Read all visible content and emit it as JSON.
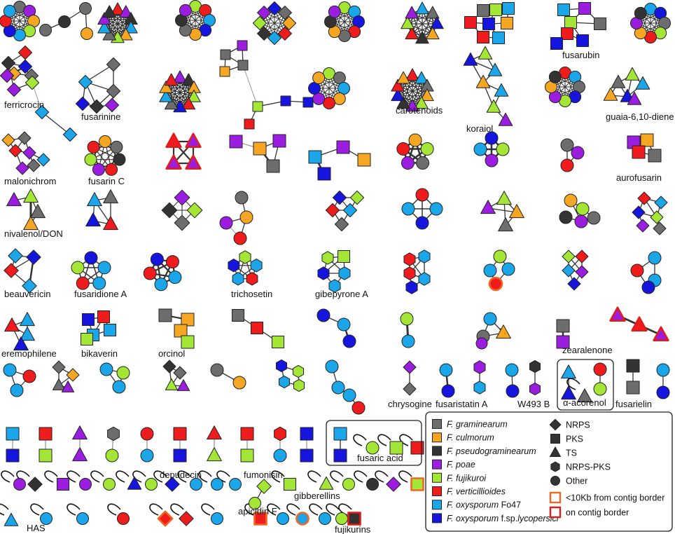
{
  "colors": {
    "graminearum": "#6d6d6d",
    "culmorum": "#f5a623",
    "pseudograminearum": "#333333",
    "poae": "#9b1de0",
    "fujikuroi": "#a3e635",
    "verticillioides": "#ee1c1c",
    "fo47": "#1aa6e8",
    "lycopersici": "#1515dd",
    "near_border": "#f26522",
    "on_border": "#e21b1b",
    "edge": "#333333"
  },
  "cluster_labels": {
    "ferricrocin": "ferricrocin",
    "fusarinine": "fusarinine",
    "carotenoids": "carotenoids",
    "koraiol": "koraiol",
    "fusarubin": "fusarubin",
    "guaia": "guaia-6,10-diene",
    "malonichrom": "malonichrom",
    "fusarinc": "fusarin C",
    "aurofusarin": "aurofusarin",
    "nivalenol": "nivalenol/DON",
    "beauvericin": "beauvericin",
    "fusaridione": "fusaridione A",
    "trichosetin": "trichosetin",
    "gibepyrone": "gibepyrone A",
    "eremophilene": "eremophilene",
    "bikaverin": "bikaverin",
    "orcinol": "orcinol",
    "zearalenone": "zearalenone",
    "chrysogine": "chrysogine",
    "fusaristatin": "fusaristatin A",
    "w493": "W493 B",
    "acorenol": "α-acorenol",
    "fusarielin": "fusarielin",
    "depudecin": "depudecin",
    "fumonisin": "fumonisin",
    "fusaric": "fusaric acid",
    "apicidin": "apicidin F",
    "gibberellins": "gibberellins",
    "has": "HAS",
    "fujikurins": "fujikurins"
  },
  "legend": {
    "species": [
      {
        "name": "F. graminearum",
        "color": "graminearum",
        "extra": ""
      },
      {
        "name": "F. culmorum",
        "color": "culmorum",
        "extra": ""
      },
      {
        "name": "F. pseudograminearum",
        "color": "pseudograminearum",
        "extra": ""
      },
      {
        "name": "F. poae",
        "color": "poae",
        "extra": ""
      },
      {
        "name": "F. fujikuroi",
        "color": "fujikuroi",
        "extra": ""
      },
      {
        "name": "F. verticillioides",
        "color": "verticillioides",
        "extra": ""
      },
      {
        "name": "F. oxysporum",
        "color": "fo47",
        "extra": "Fo47"
      },
      {
        "name": "F. oxysporum",
        "color": "lycopersici",
        "extra": "f.sp.",
        "extra2": "lycopersici"
      }
    ],
    "shapes": [
      {
        "shape": "diamond",
        "label": "NRPS"
      },
      {
        "shape": "square",
        "label": "PKS"
      },
      {
        "shape": "triangle",
        "label": "TS"
      },
      {
        "shape": "hexagon",
        "label": "NRPS-PKS"
      },
      {
        "shape": "circle",
        "label": "Other"
      }
    ],
    "borders": [
      {
        "kind": "near",
        "label": "<10Kb from contig border"
      },
      {
        "kind": "on",
        "label": "on contig border"
      }
    ]
  }
}
